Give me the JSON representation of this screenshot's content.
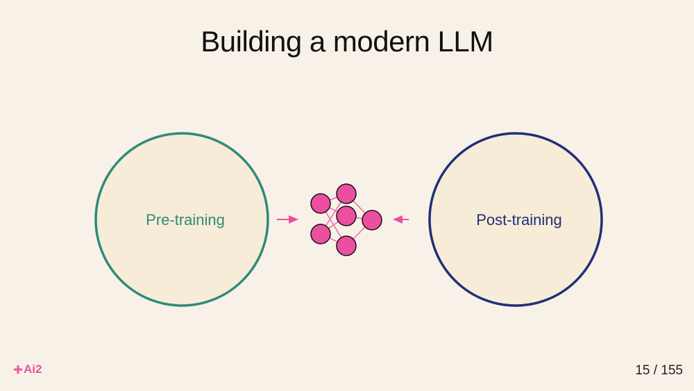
{
  "slide": {
    "title": "Building a modern LLM",
    "page_current": "15",
    "page_separator": "/",
    "page_total": "155"
  },
  "diagram": {
    "left_label": "Pre-training",
    "right_label": "Post-training",
    "left_color": "#2f8a78",
    "right_color": "#1f2f78",
    "circle_fill": "#f6ecd8",
    "node_color": "#ec4f9f",
    "node_stroke": "#111111",
    "edge_color": "#e86aa8",
    "center_icon": "neural-network-icon"
  },
  "brand": {
    "logo_text": "Ai2",
    "logo_color": "#e3559c"
  }
}
